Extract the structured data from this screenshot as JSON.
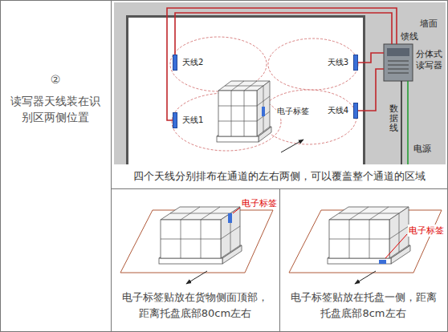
{
  "diagram": {
    "nodes": [
      {
        "text": [
          "②",
          "读写器天线装在识别区两侧位置"
        ]
      },
      {
        "text": [
          "四个天线分别排布在通道的左右两侧，可以覆盖整个通道的区域"
        ]
      },
      {
        "text": [
          "天线2"
        ],
        "in": 1
      },
      {
        "text": [
          "天线1"
        ],
        "in": 1
      },
      {
        "text": [
          "天线3"
        ],
        "in": 1
      },
      {
        "text": [
          "天线4"
        ],
        "in": 1
      },
      {
        "text": [
          "分体式读写器"
        ],
        "in": 1
      },
      {
        "text": [
          "电子标签贴放在货物侧面顶部，距离托盘底部80cm左右"
        ]
      },
      {
        "text": [
          "电子标签贴放在托盘一侧，距离托盘底部8cm左右"
        ]
      }
    ],
    "edges": [
      {
        "from": 2,
        "to": 6,
        "arrow": "none"
      },
      {
        "from": 3,
        "to": 6,
        "arrow": "none"
      },
      {
        "from": 4,
        "to": 6,
        "arrow": "none"
      },
      {
        "from": 5,
        "to": 6,
        "arrow": "none"
      }
    ],
    "labels": [
      "墙面",
      "馈线",
      "电子标签",
      "数据线",
      "电源",
      "电子标签",
      "电子标签"
    ]
  }
}
